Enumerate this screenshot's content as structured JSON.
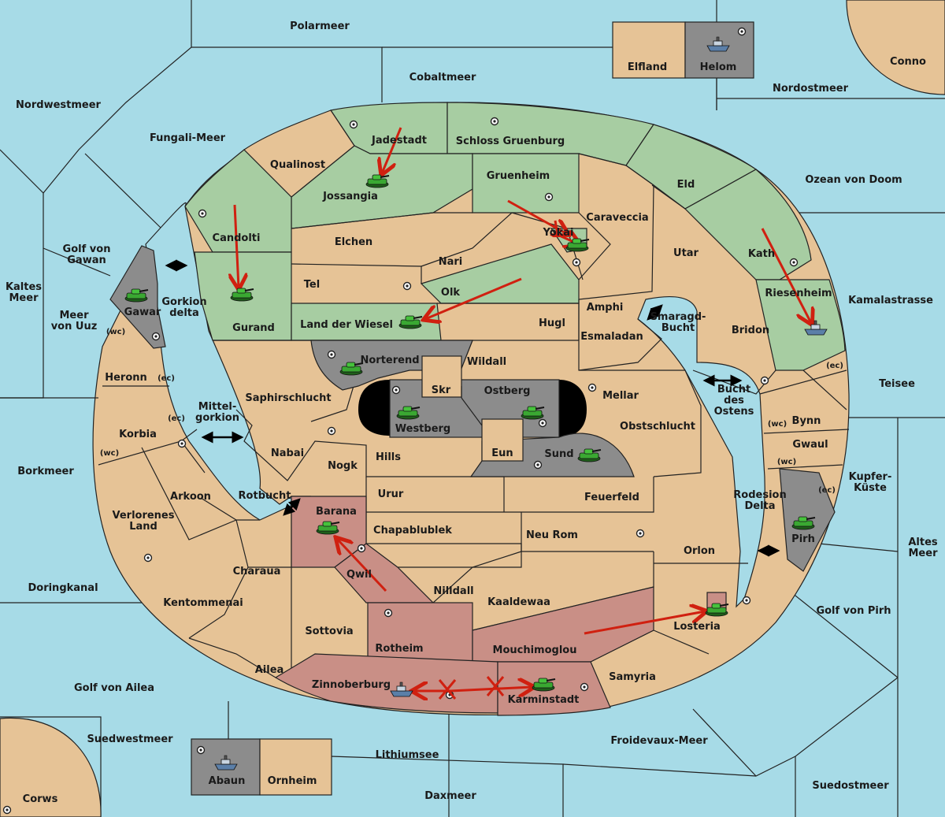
{
  "colors": {
    "sea": "#a7dbe7",
    "land": "#e6c396",
    "green_player": "#a7cda2",
    "grey_player": "#8c8c8c",
    "red_player": "#c98f86",
    "order_arrow": "#d02010",
    "tank_icon": "#3aa832"
  },
  "seas": {
    "polarmeer": "Polarmeer",
    "cobaltmeer": "Cobaltmeer",
    "nordwestmeer": "Nordwestmeer",
    "fungali_meer": "Fungali-Meer",
    "nordostmeer": "Nordostmeer",
    "conno": "Conno",
    "ozean_von_doom": "Ozean von Doom",
    "golf_von_gawan": "Golf von\nGawan",
    "kaltes_meer": "Kaltes\nMeer",
    "meer_von_uuz": "Meer\nvon Uuz",
    "gorkion_delta": "Gorkion\ndelta",
    "kamalastrasse": "Kamalastrasse",
    "smaragd_bucht": "Smaragd-\nBucht",
    "teisee": "Teisee",
    "mittelgorkion": "Mittel-\ngorkion",
    "bucht_des_ostens": "Bucht\ndes\nOstens",
    "borkmeer": "Borkmeer",
    "rotbucht": "Rotbucht",
    "kupferkueste": "Kupfer-\nKüste",
    "rodesion_delta": "Rodesion\nDelta",
    "altes_meer": "Altes\nMeer",
    "doringkanal": "Doringkanal",
    "golf_von_pirh": "Golf von Pirh",
    "golf_von_ailea": "Golf von Ailea",
    "suedwestmeer": "Suedwestmeer",
    "lithiumsee": "Lithiumsee",
    "froidevaux_meer": "Froidevaux-Meer",
    "daxmeer": "Daxmeer",
    "suedostmeer": "Suedostmeer",
    "corws": "Corws"
  },
  "lands": {
    "elfland": "Elfland",
    "helom": "Helom",
    "jadestadt": "Jadestadt",
    "schloss_gruenburg": "Schloss Gruenburg",
    "qualinost": "Qualinost",
    "jossangia": "Jossangia",
    "gruenheim": "Gruenheim",
    "eld": "Eld",
    "caraveccia": "Caraveccia",
    "candolti": "Candolti",
    "elchen": "Elchen",
    "yokai": "Yokai",
    "utar": "Utar",
    "kath": "Kath",
    "nari": "Nari",
    "tel": "Tel",
    "olk": "Olk",
    "gawar": "Gawar",
    "amphi": "Amphi",
    "riesenheim": "Riesenheim",
    "gurand": "Gurand",
    "land_der_wiesel": "Land der Wiesel",
    "hugl": "Hugl",
    "esmaladan": "Esmaladan",
    "bridon": "Bridon",
    "norterend": "Norterend",
    "wildall": "Wildall",
    "heronn": "Heronn",
    "skr": "Skr",
    "ostberg": "Ostberg",
    "mellar": "Mellar",
    "saphirschlucht": "Saphirschlucht",
    "westberg": "Westberg",
    "obstschlucht": "Obstschlucht",
    "bynn": "Bynn",
    "korbia": "Korbia",
    "gwaul": "Gwaul",
    "eun": "Eun",
    "sund": "Sund",
    "nabai": "Nabai",
    "hills": "Hills",
    "nogk": "Nogk",
    "arkoon": "Arkoon",
    "urur": "Urur",
    "feuerfeld": "Feuerfeld",
    "barana": "Barana",
    "verlorenes_land": "Verlorenes\nLand",
    "chapablublek": "Chapablublek",
    "neu_rom": "Neu Rom",
    "pirh": "Pirh",
    "orlon": "Orlon",
    "charaua": "Charaua",
    "qwil": "Qwil",
    "nilldall": "Nilldall",
    "kaaldewaa": "Kaaldewaa",
    "kentommenai": "Kentommenai",
    "losteria": "Losteria",
    "sottovia": "Sottovia",
    "rotheim": "Rotheim",
    "mouchimoglou": "Mouchimoglou",
    "ailea": "Ailea",
    "samyria": "Samyria",
    "zinnoberburg": "Zinnoberburg",
    "karminstadt": "Karminstadt",
    "abaun": "Abaun",
    "ornheim": "Ornheim"
  },
  "coasts": {
    "wc": "(wc)",
    "ec": "(ec)"
  },
  "icons": {
    "army": "tank-icon",
    "fleet": "ship-icon",
    "supply_center": "supply-center-icon",
    "order": "red-arrow",
    "failed_order": "red-x-mark",
    "adjacency": "double-arrow"
  }
}
